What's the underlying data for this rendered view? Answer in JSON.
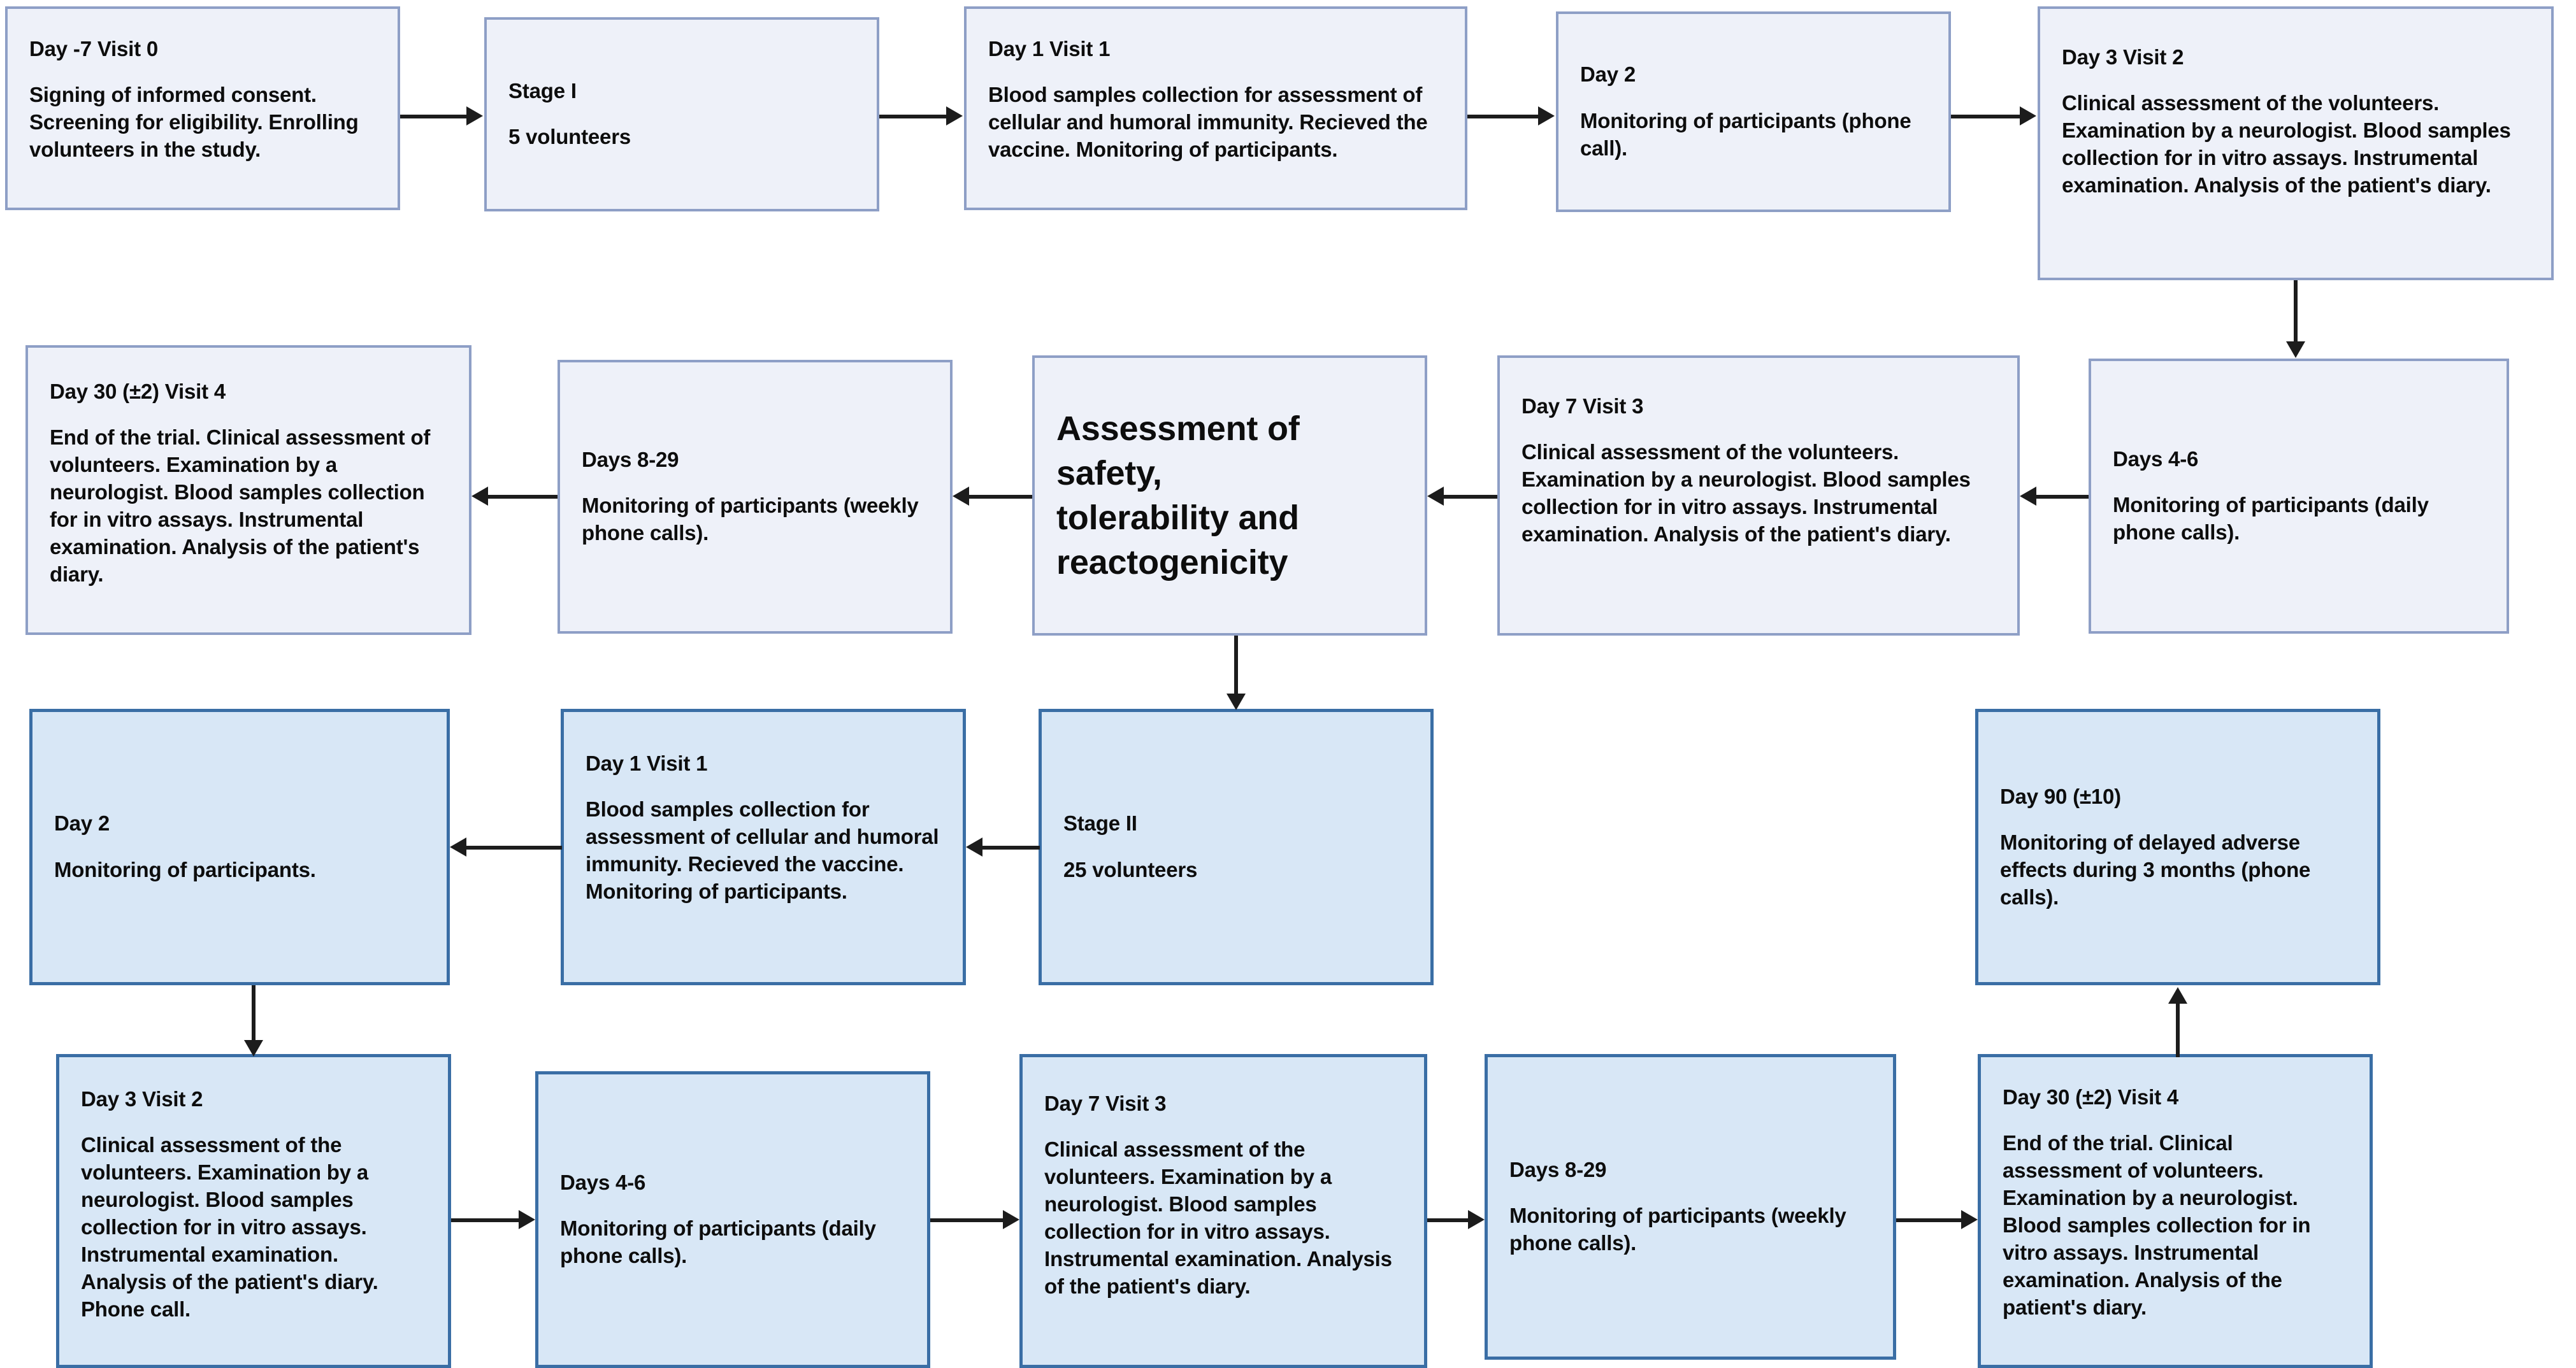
{
  "diagram": {
    "title_node": {
      "label": "Assessment of\nsafety,\ntolerability and\nreactogenicity"
    },
    "stage1_nodes": [
      {
        "id": "s1-visit0",
        "title": "Day -7 Visit 0",
        "body": "Signing of informed consent. Screening for eligibility. Enrolling volunteers in the study."
      },
      {
        "id": "s1-stage",
        "title": "Stage I",
        "body": "5 volunteers"
      },
      {
        "id": "s1-visit1",
        "title": "Day 1 Visit 1",
        "body": "Blood samples collection for assessment of cellular and humoral immunity. Recieved the vaccine. Monitoring of participants."
      },
      {
        "id": "s1-day2",
        "title": "Day 2",
        "body": "Monitoring of participants (phone call)."
      },
      {
        "id": "s1-visit2",
        "title": "Day 3 Visit 2",
        "body": "Clinical assessment of the volunteers. Examination by a neurologist. Blood samples collection for in vitro assays. Instrumental examination. Analysis of the patient's diary."
      },
      {
        "id": "s1-days46",
        "title": "Days 4-6",
        "body": "Monitoring of participants (daily phone calls)."
      },
      {
        "id": "s1-visit3",
        "title": "Day 7 Visit 3",
        "body": "Clinical assessment of the volunteers. Examination by a neurologist. Blood samples collection for in vitro assays. Instrumental examination. Analysis of the patient's diary."
      },
      {
        "id": "s1-days829",
        "title": "Days 8-29",
        "body": "Monitoring of participants (weekly phone calls)."
      },
      {
        "id": "s1-visit4",
        "title": "Day 30 (±2) Visit 4",
        "body": "End of the trial. Clinical assessment of volunteers. Examination by a neurologist. Blood samples collection for in vitro assays. Instrumental examination. Analysis of the patient's diary."
      }
    ],
    "stage2_nodes": [
      {
        "id": "s2-stage",
        "title": "Stage II",
        "body": "25 volunteers"
      },
      {
        "id": "s2-visit1",
        "title": "Day 1 Visit 1",
        "body": "Blood samples collection for assessment of cellular and humoral immunity. Recieved the vaccine. Monitoring of participants."
      },
      {
        "id": "s2-day2",
        "title": "Day 2",
        "body": "Monitoring of participants."
      },
      {
        "id": "s2-visit2",
        "title": "Day 3 Visit 2",
        "body": "Clinical assessment of the volunteers. Examination by a neurologist. Blood samples collection for in vitro assays. Instrumental examination. Analysis of the patient's diary. Phone call."
      },
      {
        "id": "s2-days46",
        "title": "Days 4-6",
        "body": "Monitoring of participants (daily phone calls)."
      },
      {
        "id": "s2-visit3",
        "title": "Day 7 Visit 3",
        "body": "Clinical assessment of the volunteers. Examination by a neurologist. Blood samples collection for in vitro assays. Instrumental examination. Analysis of the patient's diary."
      },
      {
        "id": "s2-days829",
        "title": "Days 8-29",
        "body": "Monitoring of participants (weekly phone calls)."
      },
      {
        "id": "s2-visit4",
        "title": "Day 30 (±2) Visit 4",
        "body": "End of the trial. Clinical assessment of volunteers. Examination by a neurologist. Blood samples collection for in vitro assays. Instrumental examination. Analysis of the patient's diary."
      },
      {
        "id": "s2-day90",
        "title": "Day 90 (±10)",
        "body": "Monitoring of delayed adverse effects during 3 months (phone calls)."
      }
    ],
    "colors": {
      "stage1_fill": "#eef1f9",
      "stage1_border": "#8e9fc6",
      "stage2_fill": "#d8e7f6",
      "stage2_border": "#3a6ea5",
      "arrow": "#1c1c1c",
      "text": "#0d0d0d",
      "background": "#ffffff"
    }
  }
}
